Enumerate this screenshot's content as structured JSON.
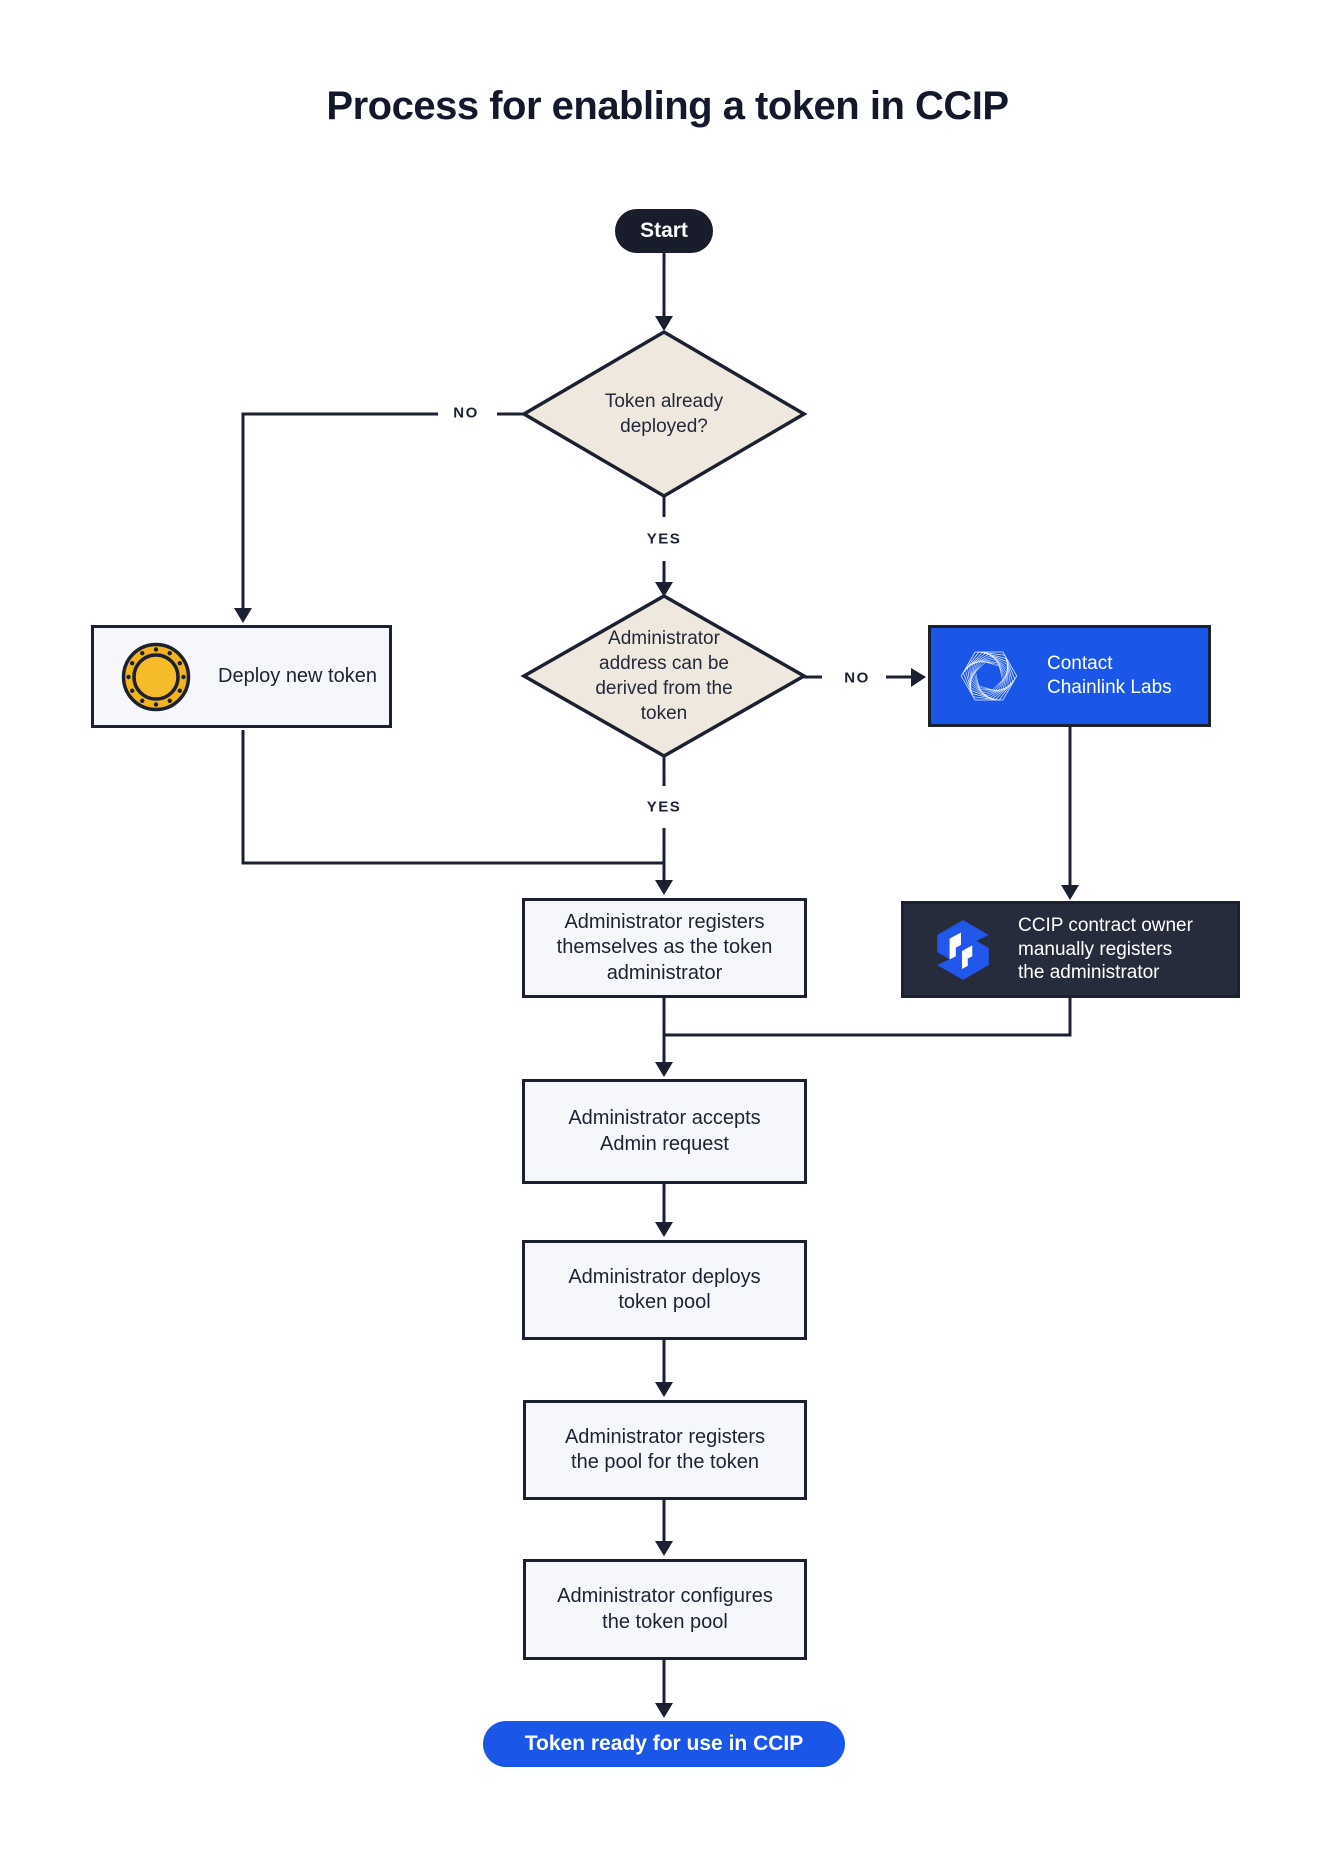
{
  "title": "Process for enabling a token in CCIP",
  "colors": {
    "ink": "#1B2130",
    "diamond_fill": "#EFE8DE",
    "process_box_fill": "#F5F7FA",
    "accent_blue": "#1A56E8",
    "dark_box": "#262C3C",
    "coin_gold": "#F2B41D"
  },
  "nodes": {
    "start": {
      "label": "Start",
      "type": "terminal"
    },
    "token_deployed": {
      "label": "Token already\ndeployed?",
      "type": "decision"
    },
    "deploy_new_token": {
      "label": "Deploy new token",
      "type": "process",
      "icon": "coin-icon"
    },
    "admin_address": {
      "label": "Administrator\naddress can be\nderived from the\ntoken",
      "type": "decision"
    },
    "contact_chainlink": {
      "label": "Contact\nChainlink Labs",
      "type": "process",
      "icon": "chainlink-labs-icon"
    },
    "admin_registers_self": {
      "label": "Administrator registers\nthemselves as the token\nadministrator",
      "type": "process"
    },
    "ccip_owner_registers": {
      "label": "CCIP contract owner\nmanually registers\nthe administrator",
      "type": "process",
      "icon": "ccip-icon"
    },
    "admin_accepts": {
      "label": "Administrator accepts\nAdmin request",
      "type": "process"
    },
    "admin_deploys_pool": {
      "label": "Administrator deploys\ntoken pool",
      "type": "process"
    },
    "admin_registers_pool": {
      "label": "Administrator registers\nthe pool for the token",
      "type": "process"
    },
    "admin_configures_pool": {
      "label": "Administrator configures\nthe token pool",
      "type": "process"
    },
    "end": {
      "label": "Token ready for use in CCIP",
      "type": "terminal"
    }
  },
  "edge_labels": {
    "token_deployed_no": "NO",
    "token_deployed_yes": "YES",
    "admin_address_no": "NO",
    "admin_address_yes": "YES"
  }
}
